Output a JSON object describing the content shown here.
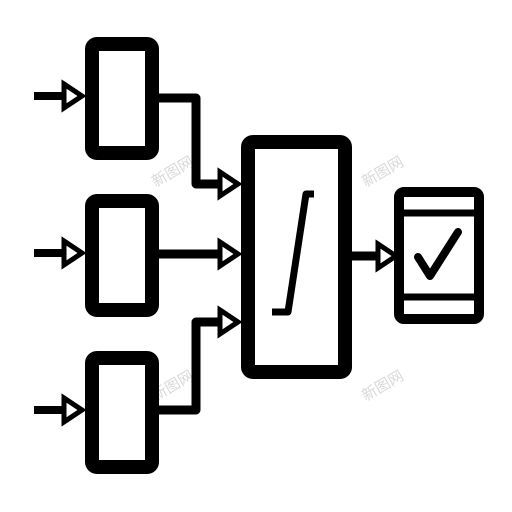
{
  "diagram": {
    "integrator_symbol": "∫",
    "output_symbol": "✓",
    "stroke_color": "#000000",
    "arrow_fill": "#ffffff",
    "watermark_color": "#d9d9d9"
  },
  "watermarks": [
    "新图网",
    "新图网",
    "新图网",
    "新图网"
  ]
}
